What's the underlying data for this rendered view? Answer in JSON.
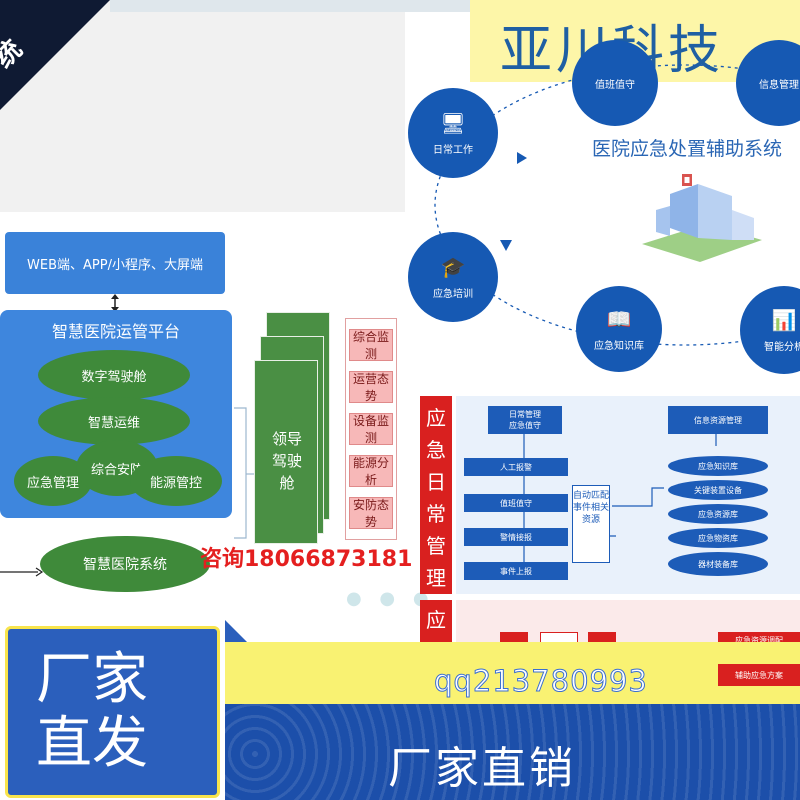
{
  "corner_label": "统",
  "brand": "亚川科技",
  "platform": {
    "web_label": "WEB端、APP/小程序、大屏端",
    "title": "智慧医院运管平台",
    "items": [
      "数字驾驶舱",
      "智慧运维",
      "应急管理",
      "综合安防",
      "能源管控"
    ],
    "system": "智慧医院系统"
  },
  "leader_cockpit": "领导驾驶舱",
  "monitors": [
    "综合监测",
    "运营态势",
    "设备监测",
    "能源分析",
    "安防态势"
  ],
  "consult": "咨询18066873181",
  "hospital": {
    "title": "医院应急处置辅助系统",
    "nodes": [
      "日常工作",
      "应急培训",
      "应急知识库",
      "智能分析"
    ],
    "top_nodes": [
      "值班值守",
      "信息管理"
    ]
  },
  "flow": {
    "section1": "应急日常管理",
    "section2": "应",
    "top_box": "日常管理\n应急值守",
    "steps": [
      "人工报警",
      "值班值守",
      "警情接报",
      "事件上报"
    ],
    "auto_box": "自动匹配事件相关资源",
    "info_title": "信息资源管理",
    "stores": [
      "应急知识库",
      "关键装置设备",
      "应急资源库",
      "应急物资库",
      "器材装备库"
    ],
    "response": [
      "应急资源调配",
      "辅助应急方案"
    ]
  },
  "qq": "qq213780993",
  "factory": "厂家直发",
  "direct_sale": "厂家直销",
  "colors": {
    "brand_blue": "#1f5fa3",
    "platform_blue": "#3e86dd",
    "green": "#3f8a3a",
    "red": "#d9201f",
    "yellow": "#f9f272",
    "bottom_blue": "#1c4faa"
  }
}
